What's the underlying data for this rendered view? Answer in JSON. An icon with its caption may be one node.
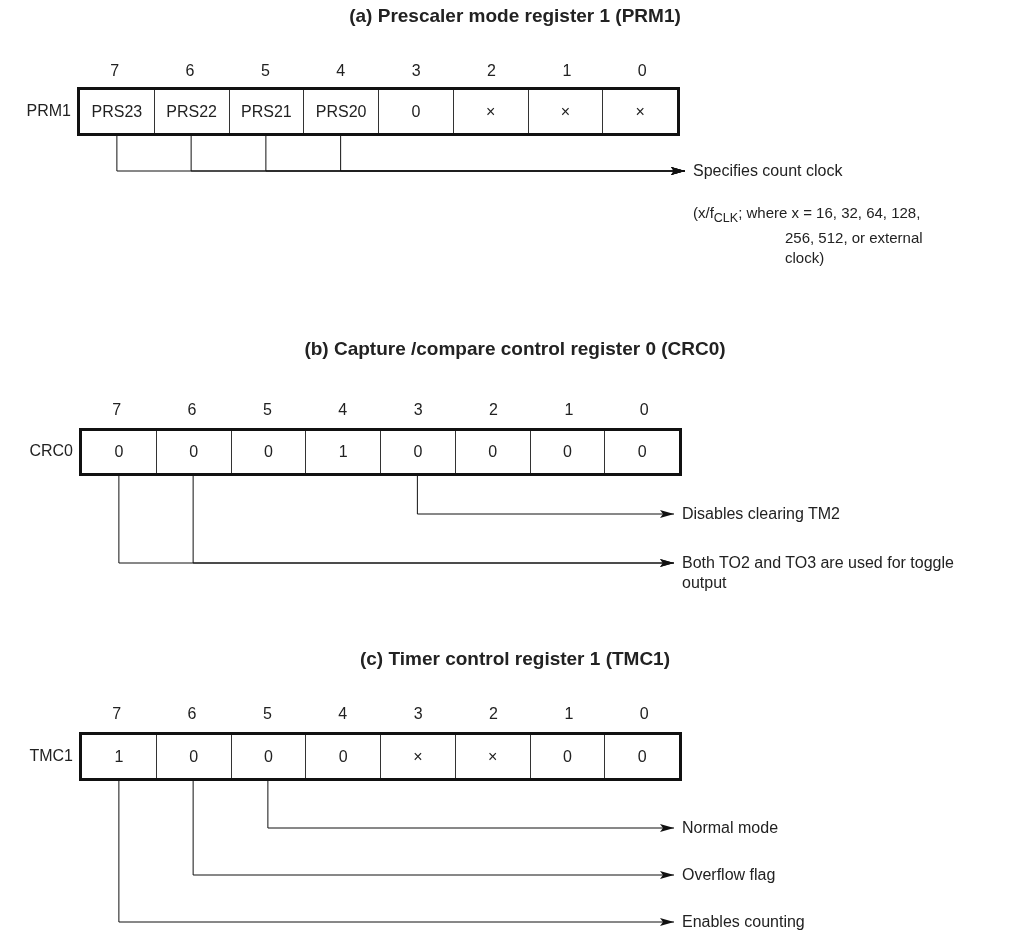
{
  "diagram": {
    "nodes": [
      {
        "text": [],
        "shape": "box",
        "beside": [
          "PRM1"
        ]
      },
      {
        "text": [
          "PRS23"
        ],
        "in": 0
      },
      {
        "text": [
          "PRS22"
        ],
        "in": 0
      },
      {
        "text": [
          "PRS21"
        ],
        "in": 0
      },
      {
        "text": [
          "PRS20"
        ],
        "in": 0
      },
      {
        "text": [
          "0"
        ],
        "in": 0
      },
      {
        "text": [
          "×"
        ],
        "in": 0
      },
      {
        "text": [
          "×"
        ],
        "in": 0
      },
      {
        "text": [
          "×"
        ],
        "in": 0
      },
      {
        "text": [
          "Specifies count clock"
        ]
      },
      {
        "text": [],
        "shape": "box",
        "beside": [
          "CRC0"
        ]
      },
      {
        "text": [
          "0"
        ],
        "in": 10
      },
      {
        "text": [
          "0"
        ],
        "in": 10
      },
      {
        "text": [
          "0"
        ],
        "in": 10
      },
      {
        "text": [
          "1"
        ],
        "in": 10
      },
      {
        "text": [
          "0"
        ],
        "in": 10
      },
      {
        "text": [
          "0"
        ],
        "in": 10
      },
      {
        "text": [
          "0"
        ],
        "in": 10
      },
      {
        "text": [
          "0"
        ],
        "in": 10
      },
      {
        "text": [
          "Disables clearing TM2"
        ]
      },
      {
        "text": [
          "Both TO2 and TO3 are used for toggle output"
        ]
      },
      {
        "text": [],
        "shape": "box",
        "beside": [
          "TMC1"
        ]
      },
      {
        "text": [
          "1"
        ],
        "in": 21
      },
      {
        "text": [
          "0"
        ],
        "in": 21
      },
      {
        "text": [
          "0"
        ],
        "in": 21
      },
      {
        "text": [
          "0"
        ],
        "in": 21
      },
      {
        "text": [
          "×"
        ],
        "in": 21
      },
      {
        "text": [
          "×"
        ],
        "in": 21
      },
      {
        "text": [
          "0"
        ],
        "in": 21
      },
      {
        "text": [
          "0"
        ],
        "in": 21
      },
      {
        "text": [
          "Normal mode"
        ]
      },
      {
        "text": [
          "Overflow flag"
        ]
      },
      {
        "text": [
          "Enables counting"
        ]
      }
    ],
    "edges": [
      {
        "from": 1,
        "to": 9,
        "arrow": "to"
      },
      {
        "from": 2,
        "to": 9,
        "arrow": "to"
      },
      {
        "from": 3,
        "to": 9,
        "arrow": "to"
      },
      {
        "from": 4,
        "to": 9,
        "arrow": "to"
      },
      {
        "from": 15,
        "to": 19,
        "arrow": "to"
      },
      {
        "from": 11,
        "to": 20,
        "arrow": "to"
      },
      {
        "from": 12,
        "to": 20,
        "arrow": "to"
      },
      {
        "from": 24,
        "to": 30,
        "arrow": "to"
      },
      {
        "from": 23,
        "to": 31,
        "arrow": "to"
      },
      {
        "from": 22,
        "to": 32,
        "arrow": "to"
      }
    ],
    "labels": [
      "(a) Prescaler mode register 1 (PRM1)",
      "7",
      "6",
      "5",
      "4",
      "3",
      "2",
      "1",
      "0",
      "(x/f$_{CLK}$; where x = 16, 32, 64, 128, 256, 512, or external clock)",
      "(b) Capture /compare control register 0 (CRC0)",
      "7",
      "6",
      "5",
      "4",
      "3",
      "2",
      "1",
      "0",
      "(c) Timer control register 1 (TMC1)",
      "7",
      "6",
      "5",
      "4",
      "3",
      "2",
      "1",
      "0"
    ]
  }
}
